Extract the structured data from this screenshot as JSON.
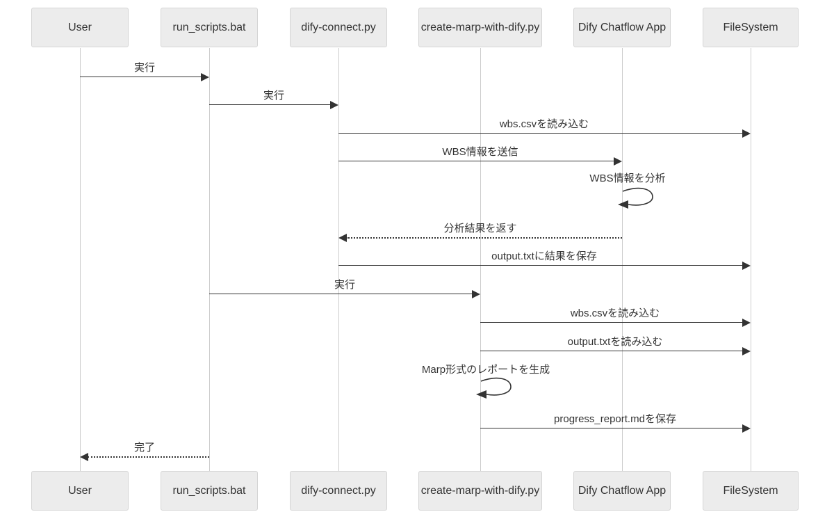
{
  "diagram": {
    "type": "sequence-diagram",
    "participants": [
      {
        "name": "User"
      },
      {
        "name": "run_scripts.bat"
      },
      {
        "name": "dify-connect.py"
      },
      {
        "name": "create-marp-with-dify.py"
      },
      {
        "name": "Dify Chatflow App"
      },
      {
        "name": "FileSystem"
      }
    ],
    "messages": [
      {
        "from": "User",
        "to": "run_scripts.bat",
        "label": "実行",
        "line": "solid",
        "direction": "right"
      },
      {
        "from": "run_scripts.bat",
        "to": "dify-connect.py",
        "label": "実行",
        "line": "solid",
        "direction": "right"
      },
      {
        "from": "dify-connect.py",
        "to": "FileSystem",
        "label": "wbs.csvを読み込む",
        "line": "solid",
        "direction": "right"
      },
      {
        "from": "dify-connect.py",
        "to": "Dify Chatflow App",
        "label": "WBS情報を送信",
        "line": "solid",
        "direction": "right"
      },
      {
        "from": "Dify Chatflow App",
        "to": "Dify Chatflow App",
        "label": "WBS情報を分析",
        "line": "solid",
        "direction": "self"
      },
      {
        "from": "Dify Chatflow App",
        "to": "dify-connect.py",
        "label": "分析結果を返す",
        "line": "dashed",
        "direction": "left"
      },
      {
        "from": "dify-connect.py",
        "to": "FileSystem",
        "label": "output.txtに結果を保存",
        "line": "solid",
        "direction": "right"
      },
      {
        "from": "run_scripts.bat",
        "to": "create-marp-with-dify.py",
        "label": "実行",
        "line": "solid",
        "direction": "right"
      },
      {
        "from": "create-marp-with-dify.py",
        "to": "FileSystem",
        "label": "wbs.csvを読み込む",
        "line": "solid",
        "direction": "right"
      },
      {
        "from": "create-marp-with-dify.py",
        "to": "FileSystem",
        "label": "output.txtを読み込む",
        "line": "solid",
        "direction": "right"
      },
      {
        "from": "create-marp-with-dify.py",
        "to": "create-marp-with-dify.py",
        "label": "Marp形式のレポートを生成",
        "line": "solid",
        "direction": "self"
      },
      {
        "from": "create-marp-with-dify.py",
        "to": "FileSystem",
        "label": "progress_report.mdを保存",
        "line": "solid",
        "direction": "right"
      },
      {
        "from": "run_scripts.bat",
        "to": "User",
        "label": "完了",
        "line": "dashed",
        "direction": "left"
      }
    ]
  },
  "colors": {
    "background": "#ffffff",
    "actor_fill": "#ececec",
    "actor_border": "#d5d5d5",
    "lifeline": "#cccccc",
    "arrow": "#333333",
    "text": "#333333"
  }
}
